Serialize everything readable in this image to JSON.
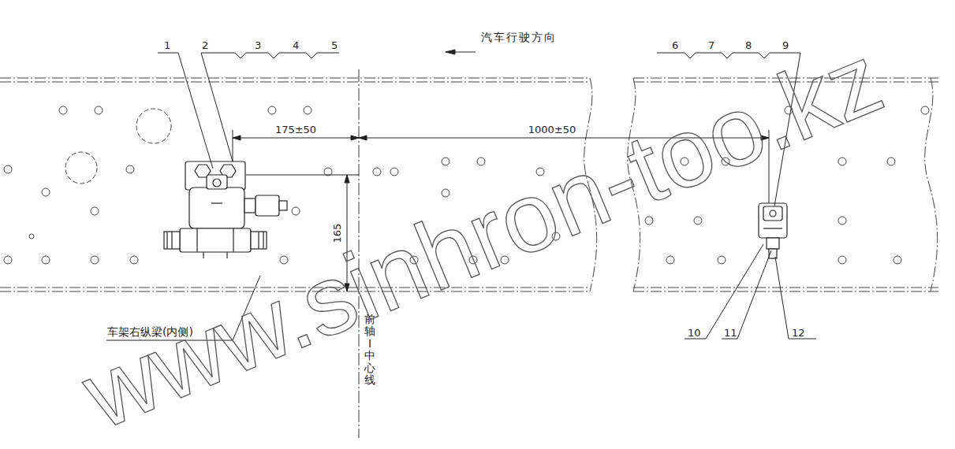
{
  "diagram": {
    "labels": [
      "1",
      "2",
      "3",
      "4",
      "5",
      "汽车行驶方向",
      "6",
      "7",
      "8",
      "9",
      "175±50",
      "1000±50",
      "165",
      "车架右纵梁(内侧)",
      "前轴I中心线",
      "10",
      "11",
      "12",
      "www.sinhron-too.kz"
    ]
  }
}
